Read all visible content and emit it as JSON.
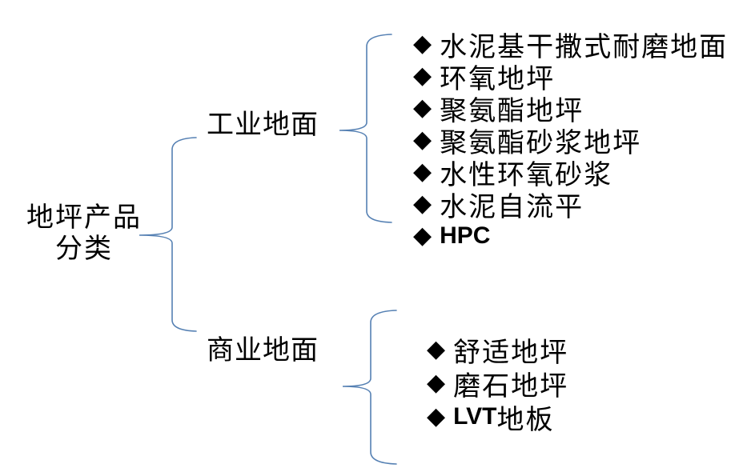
{
  "diagram": {
    "title": "地坪产品分类",
    "root": {
      "label": "地坪产品\n分类"
    },
    "bullet_glyph": "◆",
    "branches": [
      {
        "label": "工业地面",
        "items": [
          {
            "latin": "",
            "cjk": "水泥基干撒式耐磨地面"
          },
          {
            "latin": "",
            "cjk": "环氧地坪"
          },
          {
            "latin": "",
            "cjk": "聚氨酯地坪"
          },
          {
            "latin": "",
            "cjk": "聚氨酯砂浆地坪"
          },
          {
            "latin": "",
            "cjk": "水性环氧砂浆"
          },
          {
            "latin": "",
            "cjk": "水泥自流平"
          },
          {
            "latin": "HPC",
            "cjk": ""
          }
        ]
      },
      {
        "label": "商业地面",
        "items": [
          {
            "latin": "",
            "cjk": "舒适地坪"
          },
          {
            "latin": "",
            "cjk": "磨石地坪"
          },
          {
            "latin": "LVT",
            "cjk": "地板"
          }
        ]
      }
    ],
    "colors": {
      "brace": "#5580B3",
      "text": "#000000",
      "background": "#FFFFFF"
    }
  }
}
